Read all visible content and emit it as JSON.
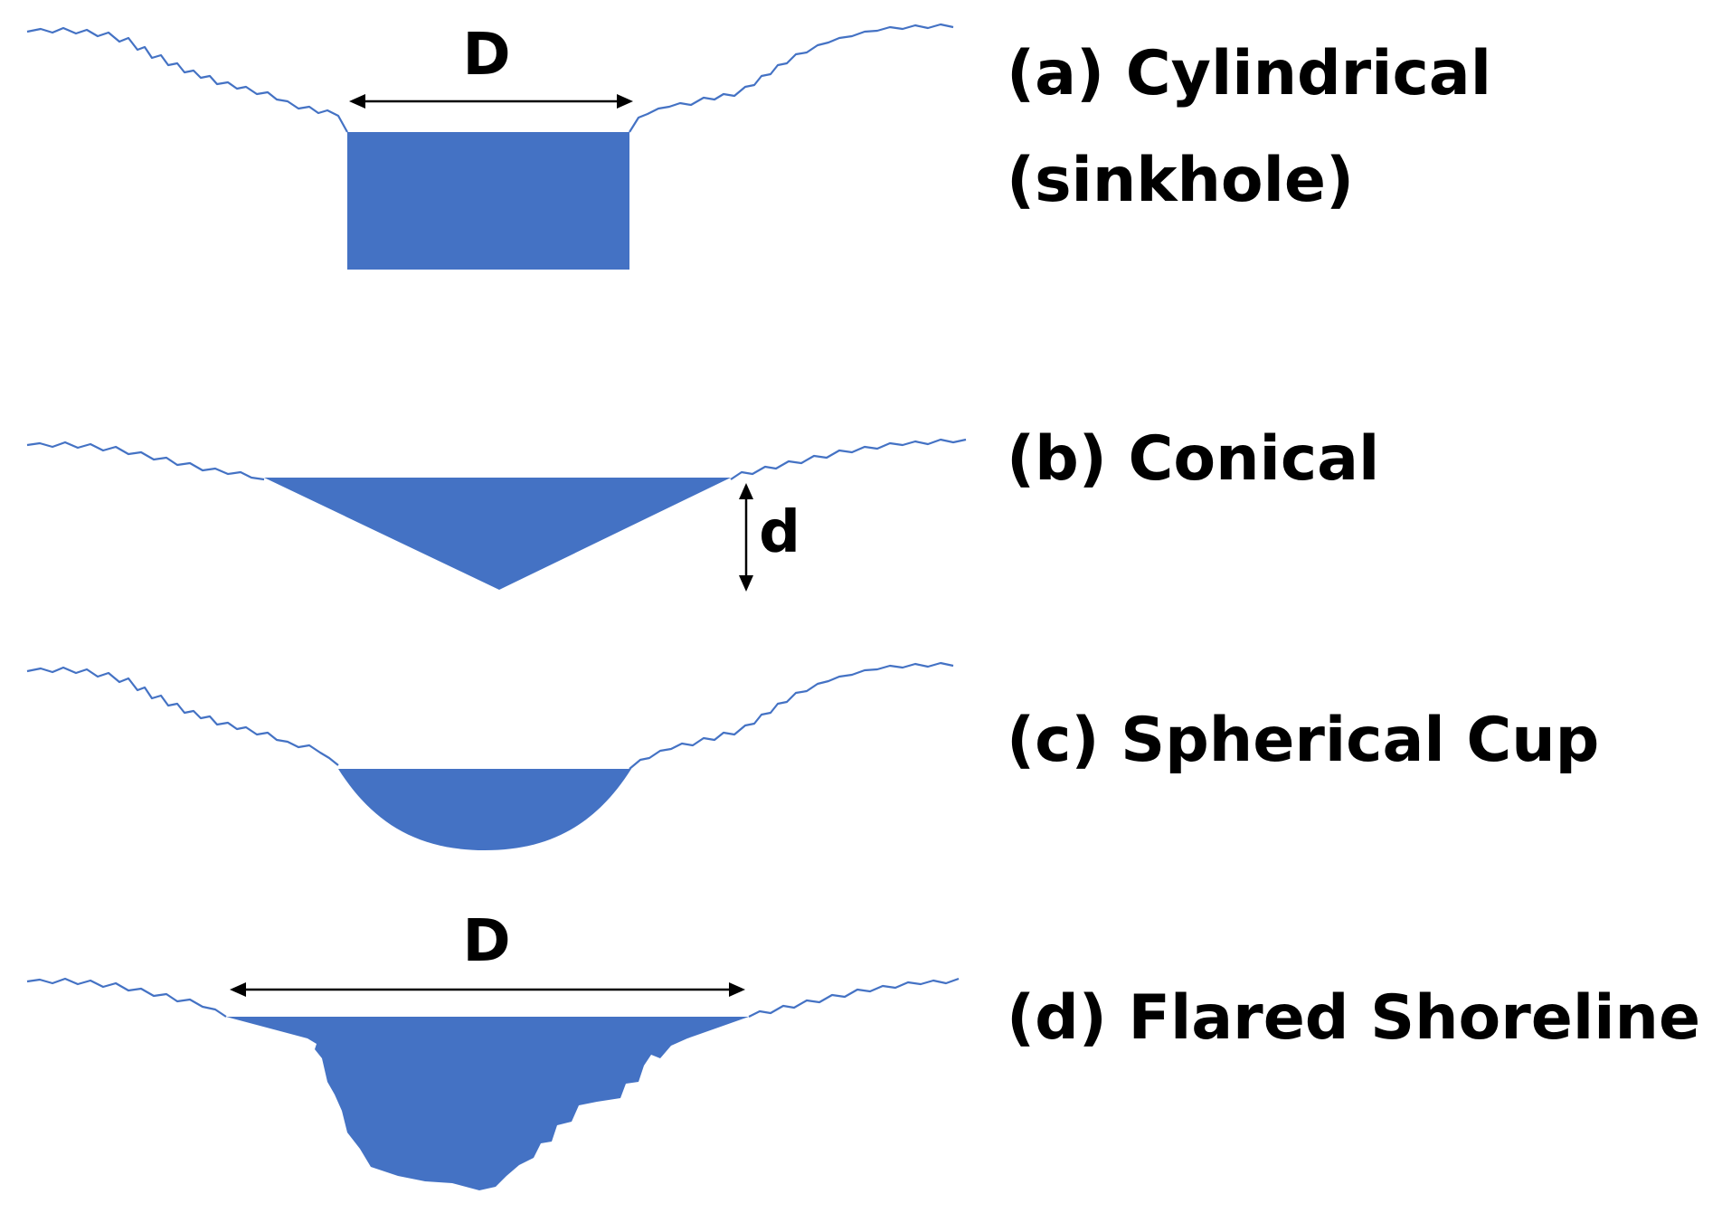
{
  "panels": [
    {
      "label_line1": "(a) Cylindrical",
      "label_line2": "(sinkhole)",
      "dimension_label": "D",
      "shape": "cylindrical"
    },
    {
      "label_line1": "(b) Conical",
      "dimension_label": "d",
      "shape": "conical"
    },
    {
      "label_line1": "(c) Spherical Cup",
      "shape": "spherical-cup"
    },
    {
      "label_line1": "(d) Flared Shoreline",
      "dimension_label": "D",
      "shape": "flared-shoreline"
    }
  ],
  "colors": {
    "water": "#4472c4",
    "shoreline": "#4472c4",
    "dimension": "#000000",
    "background": "#ffffff"
  }
}
